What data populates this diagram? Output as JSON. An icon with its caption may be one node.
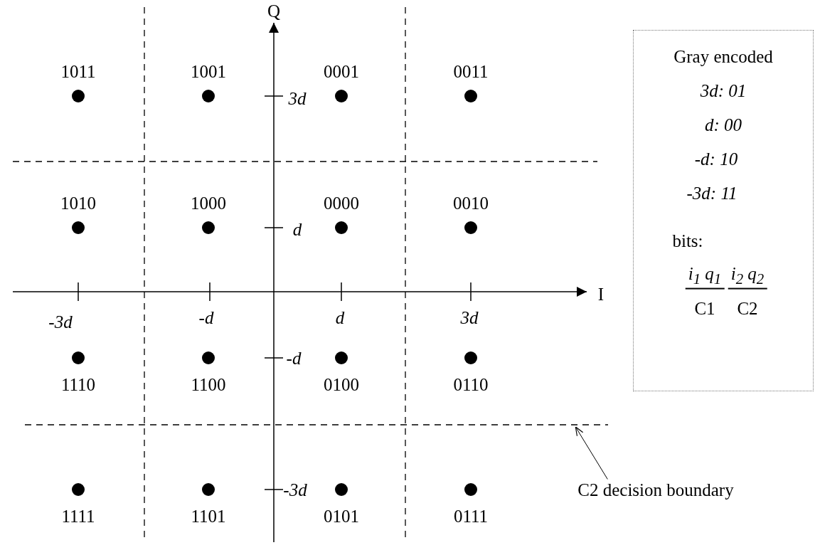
{
  "diagram": {
    "nodes": [
      {
        "text": [
          "Gray encoded",
          "3d:  01",
          "d:  00",
          "-d:  10",
          "-3d:  11",
          "bits:",
          "i$_{1}$ q$_{1}$",
          "C1",
          "i$_{2}$ q$_{2}$",
          "C2"
        ]
      },
      {
        "text": [],
        "shape": "line"
      },
      {
        "text": [
          "C2 decision boundary"
        ]
      }
    ],
    "edges": [
      {
        "from": 2,
        "to": 1,
        "arrow": "to"
      }
    ],
    "labels": [
      "Q",
      "1011",
      "1001",
      "0001",
      "0011",
      "3d",
      "1010",
      "1000",
      "0000",
      "0010",
      "d",
      "I",
      "-3d",
      "-d",
      "d",
      "3d",
      "-d",
      "1110",
      "1100",
      "0100",
      "0110",
      "-3d",
      "1111",
      "1101",
      "0101",
      "0111"
    ]
  }
}
